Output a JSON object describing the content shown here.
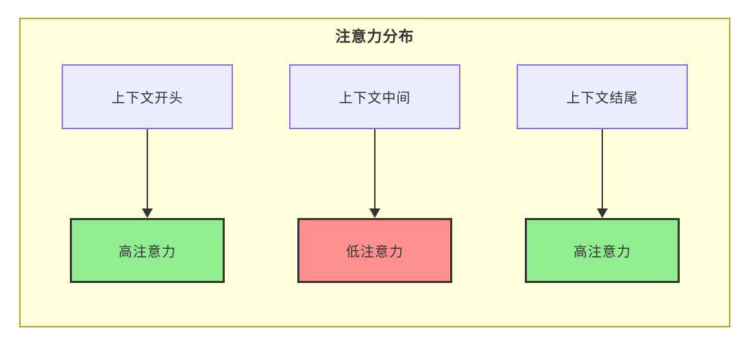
{
  "diagram": {
    "title": "注意力分布",
    "columns": [
      {
        "top": {
          "label": "上下文开头"
        },
        "bottom": {
          "label": "高注意力",
          "level": "high"
        }
      },
      {
        "top": {
          "label": "上下文中间"
        },
        "bottom": {
          "label": "低注意力",
          "level": "low"
        }
      },
      {
        "top": {
          "label": "上下文结尾"
        },
        "bottom": {
          "label": "高注意力",
          "level": "high"
        }
      }
    ],
    "colors": {
      "canvas_bg": "#ffffde",
      "canvas_border": "#aaaa33",
      "top_node_fill": "#ececff",
      "top_node_border": "#9370db",
      "high_attention_fill": "#90ee90",
      "low_attention_fill": "#ff9090",
      "bottom_node_border": "#333333",
      "arrow": "#333333",
      "text": "#333333"
    }
  }
}
